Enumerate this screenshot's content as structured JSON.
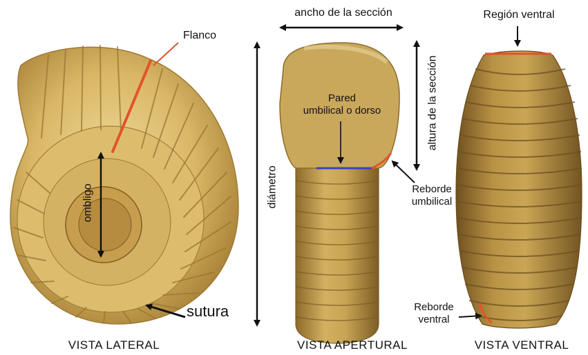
{
  "labels": {
    "flanco": "Flanco",
    "ancho_seccion": "ancho de la sección",
    "region_ventral": "Región ventral",
    "pared_umbilical_1": "Pared",
    "pared_umbilical_2": "umbilical o dorso",
    "altura_seccion": "altura de la sección",
    "diametro": "diámetro",
    "ombligo": "ombligo",
    "reborde_umbilical_1": "Reborde",
    "reborde_umbilical_2": "umbilical",
    "sutura": "sutura",
    "reborde_ventral_1": "Reborde",
    "reborde_ventral_2": "ventral"
  },
  "captions": {
    "lateral": "VISTA LATERAL",
    "apertural": "VISTA  APERTURAL",
    "ventral": "VISTA  VENTRAL"
  },
  "colors": {
    "shell_light": "#e8cf86",
    "shell_mid": "#c9a24e",
    "shell_dark": "#7a5a22",
    "highlight_red": "#e2532b",
    "highlight_blue": "#3b3fc4",
    "arrow": "#111111"
  }
}
